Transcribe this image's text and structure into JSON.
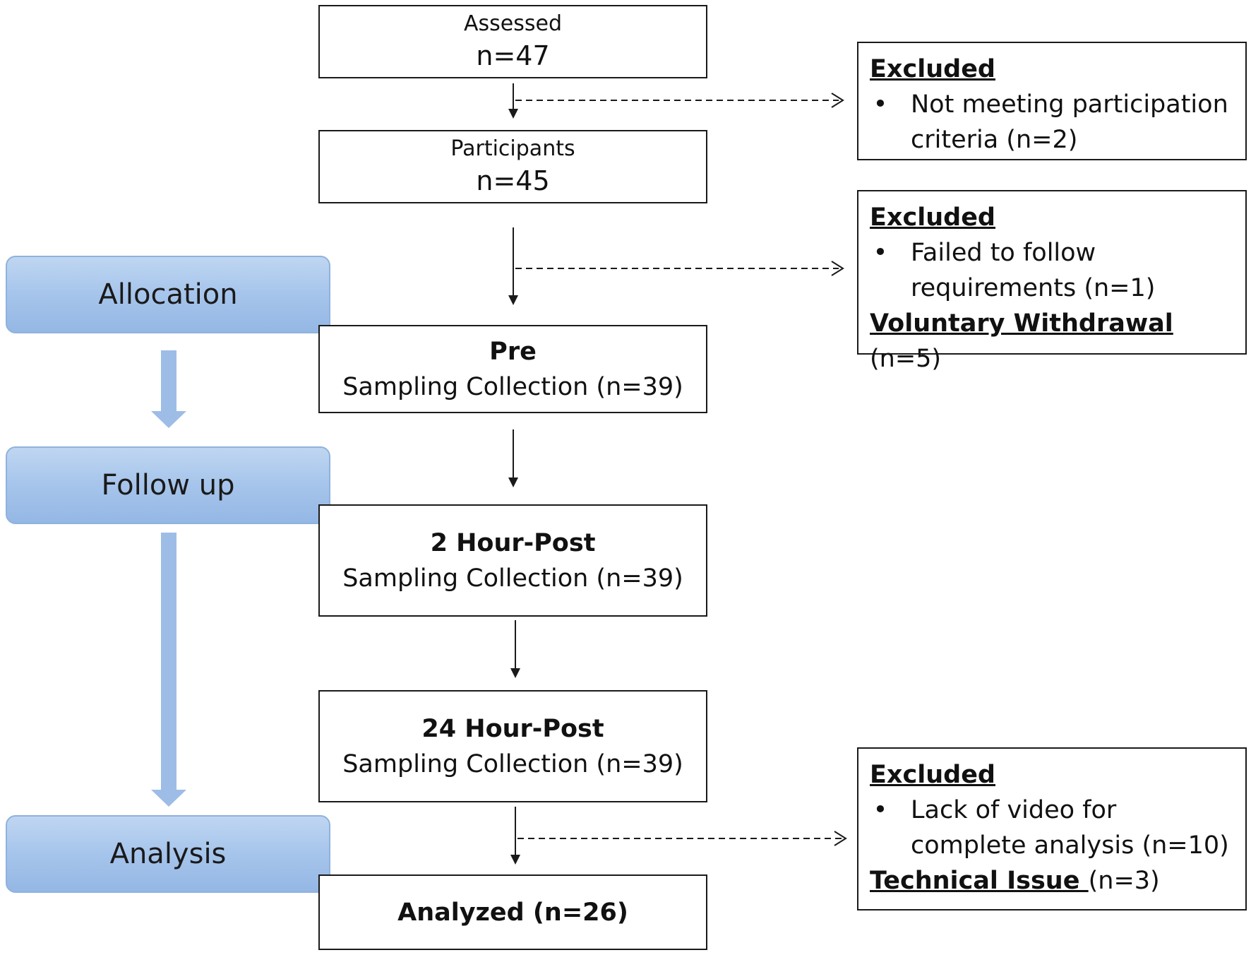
{
  "stages": {
    "allocation": "Allocation",
    "follow_up": "Follow up",
    "analysis": "Analysis"
  },
  "assessed": {
    "label": "Assessed",
    "count": "n=47"
  },
  "participants": {
    "label": "Participants",
    "count": "n=45"
  },
  "pre": {
    "title": "Pre",
    "subtitle": "Sampling Collection (n=39)"
  },
  "post_2h": {
    "title": "2 Hour-Post",
    "subtitle": "Sampling Collection (n=39)"
  },
  "post_24h": {
    "title": "24 Hour-Post",
    "subtitle": "Sampling Collection (n=39)"
  },
  "analyzed": {
    "title": "Analyzed (n=26)"
  },
  "excluded_1": {
    "heading": "Excluded",
    "bullet": "•",
    "reason": "Not meeting participation criteria (n=2)"
  },
  "excluded_2": {
    "heading": "Excluded",
    "bullet": "•",
    "reason": "Failed to follow requirements (n=1)",
    "withdrawal_label": "Voluntary Withdrawal ",
    "withdrawal_count": "(n=5)"
  },
  "excluded_3": {
    "heading": "Excluded",
    "bullet": "•",
    "reason": "Lack of video for complete analysis (n=10)",
    "issue_label": "Technical Issue ",
    "issue_count": "(n=3)"
  },
  "colors": {
    "stage_fill": "#a8c6ec",
    "stage_arrow": "#9dbde6",
    "line": "#1a1a1a"
  }
}
